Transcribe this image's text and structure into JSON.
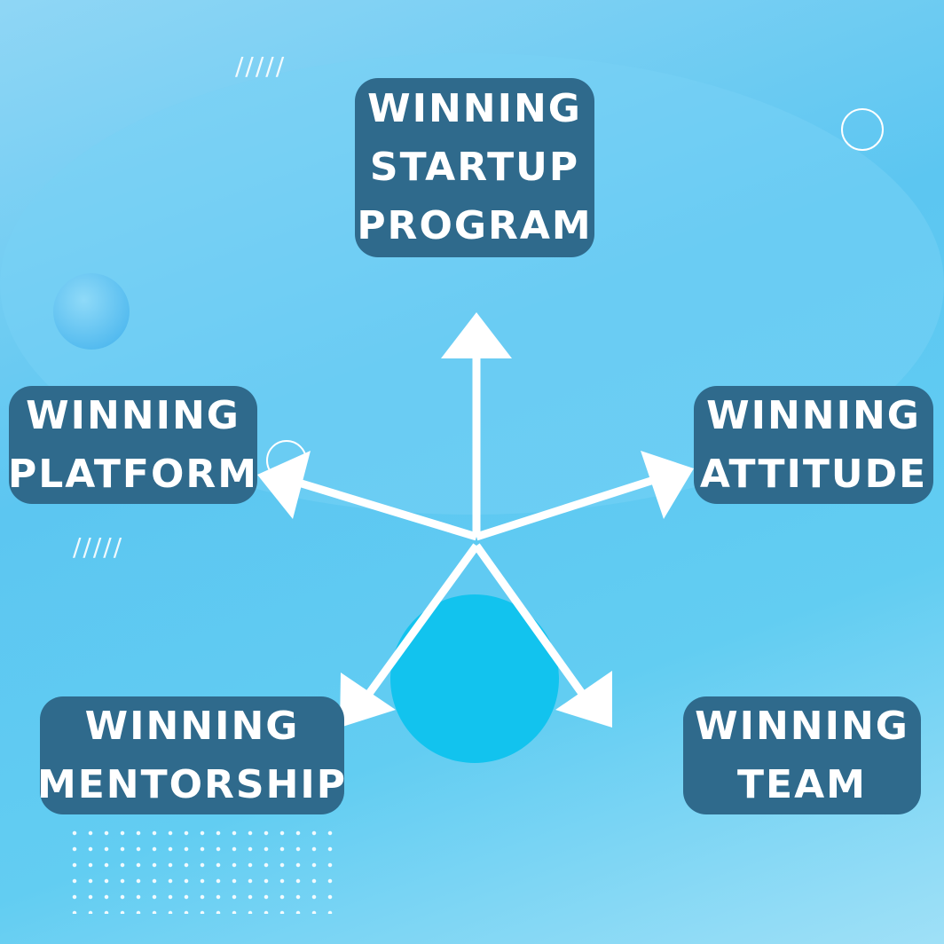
{
  "nodes": {
    "center": {
      "lines": [
        "WINNING",
        "STARTUP",
        "PROGRAM"
      ]
    },
    "platform": {
      "lines": [
        "WINNING",
        "PLATFORM"
      ]
    },
    "attitude": {
      "lines": [
        "WINNING",
        "ATTITUDE"
      ]
    },
    "mentorship": {
      "lines": [
        "WINNING",
        "MENTORSHIP"
      ]
    },
    "team": {
      "lines": [
        "WINNING",
        "TEAM"
      ]
    }
  },
  "colors": {
    "box": "#2f6a8c",
    "arrow": "#ffffff",
    "background": "#5cc6f1"
  }
}
